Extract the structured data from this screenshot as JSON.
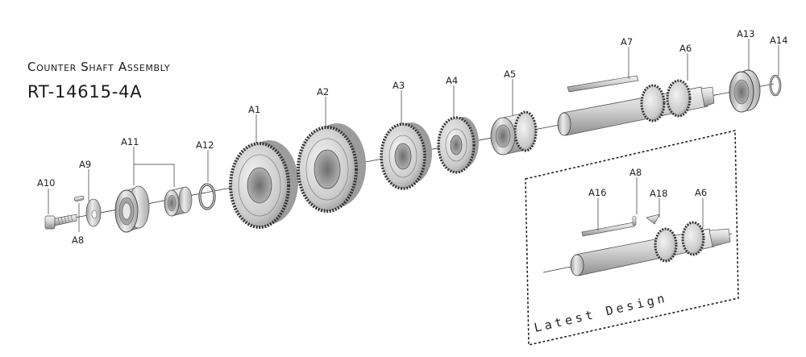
{
  "title": "Counter Shaft Assembly",
  "part_number": "RT-14615-4A",
  "inset_label": "Latest Design",
  "callouts": {
    "a1": "A1",
    "a2": "A2",
    "a3": "A3",
    "a4": "A4",
    "a5": "A5",
    "a6": "A6",
    "a7": "A7",
    "a8": "A8",
    "a9": "A9",
    "a10": "A10",
    "a11": "A11",
    "a12": "A12",
    "a13": "A13",
    "a14": "A14",
    "inset_a16": "A16",
    "inset_a8": "A8",
    "inset_a18": "A18",
    "inset_a6": "A6"
  }
}
